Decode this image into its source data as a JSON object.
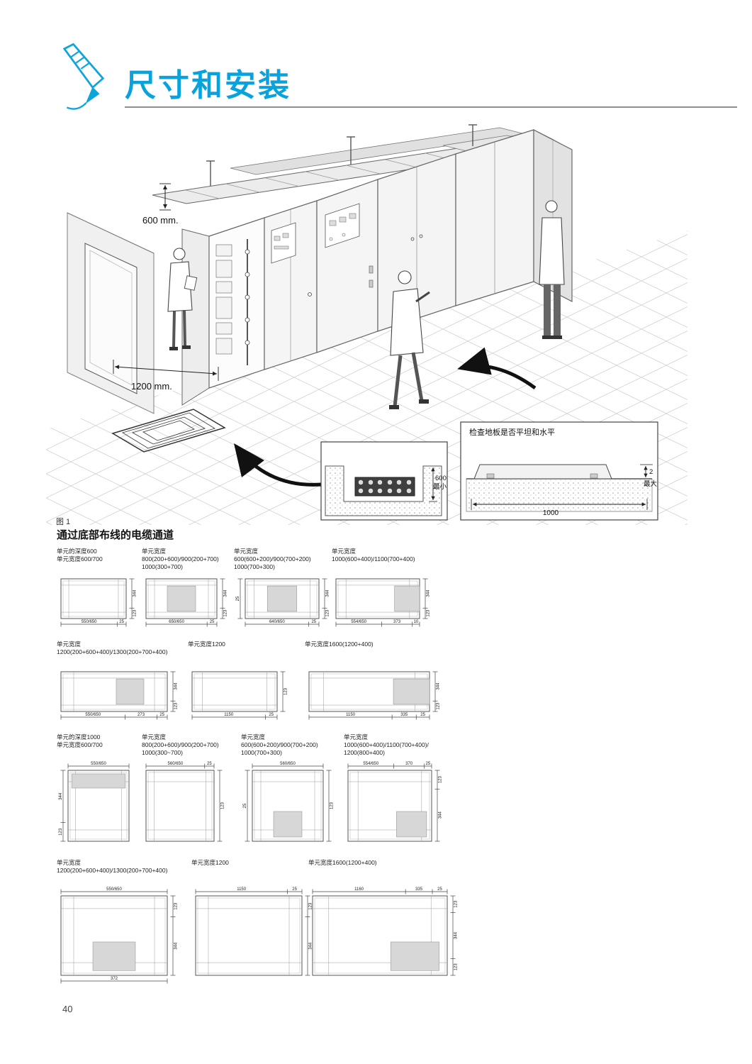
{
  "page": {
    "number": "40"
  },
  "theme": {
    "accent": "#09a2dc",
    "shade": "#d7d7d7",
    "line": "#555555"
  },
  "header": {
    "title": "尺寸和安装"
  },
  "figure": {
    "caption": "图 1",
    "ceiling_clearance_label": "600 mm.",
    "aisle_clearance_label": "1200 mm.",
    "pit_inset": {
      "depth_value": "600",
      "depth_qualifier": "最小"
    },
    "floor_inset": {
      "title": "检查地板是否平坦和水平",
      "width_value": "1000",
      "flatness_value": "2",
      "flatness_qualifier": "最大"
    }
  },
  "section_title": "通过底部布线的电缆通道",
  "diagram_rows": [
    {
      "diagrams": [
        {
          "cellw": 120,
          "rw": 92,
          "rh": 56,
          "shade": "none",
          "label_lines": [
            "单元的深度600",
            "单元宽度600/700"
          ],
          "dims": {
            "bottom": [
              "550/650",
              "25"
            ],
            "right": [
              "344",
              "123"
            ]
          }
        },
        {
          "cellw": 130,
          "rw": 100,
          "rh": 56,
          "shade": "mid",
          "label_lines": [
            "单元宽度",
            "800(200+600)/900(200+700)",
            "1000(300+700)"
          ],
          "dims": {
            "bottom": [
              "650/650",
              "25"
            ],
            "right": [
              "344",
              "123"
            ]
          }
        },
        {
          "cellw": 138,
          "rw": 104,
          "rh": 56,
          "shade": "mid",
          "label_lines": [
            "单元宽度",
            "600(600+200)/900(700+200)",
            "1000(700+300)"
          ],
          "dims": {
            "bottom": [
              "640/650",
              "25"
            ],
            "left": [
              "25"
            ],
            "right": [
              "344",
              "123"
            ]
          }
        },
        {
          "cellw": 170,
          "rw": 118,
          "rh": 56,
          "shade": "right",
          "label_lines": [
            "单元宽度",
            "1000(600+400)/1100(700+400)"
          ],
          "dims": {
            "bottom": [
              "554/650",
              "373",
              "10"
            ],
            "right": [
              "344",
              "123"
            ]
          }
        }
      ]
    },
    {
      "diagrams": [
        {
          "cellw": 185,
          "rw": 150,
          "rh": 56,
          "shade": "right-mid",
          "label_lines": [
            "单元宽度",
            "1200(200+600+400)/1300(200+700+400)"
          ],
          "dims": {
            "bottom": [
              "550/650",
              "273",
              "25"
            ],
            "right": [
              "344",
              "123"
            ]
          }
        },
        {
          "cellw": 165,
          "rw": 120,
          "rh": 56,
          "shade": "none",
          "label_lines": [
            "单元宽度1200"
          ],
          "dims": {
            "bottom": [
              "1150",
              "25"
            ],
            "right": [
              "123"
            ]
          }
        },
        {
          "cellw": 210,
          "rw": 170,
          "rh": 56,
          "shade": "right",
          "label_lines": [
            "单元宽度1600(1200+400)"
          ],
          "dims": {
            "bottom": [
              "1150",
              "335",
              "25"
            ],
            "right": [
              "344",
              "123"
            ]
          }
        }
      ]
    },
    {
      "diagrams": [
        {
          "cellw": 120,
          "rw": 86,
          "rh": 100,
          "shade": "top",
          "label_lines": [
            "单元的深度1000",
            "单元宽度600/700"
          ],
          "dims": {
            "top": [
              "550/650"
            ],
            "left": [
              "344",
              "123"
            ]
          }
        },
        {
          "cellw": 140,
          "rw": 96,
          "rh": 100,
          "shade": "none",
          "label_lines": [
            "单元宽度",
            "800(200+600)/900(200+700)",
            "1000(300~700)"
          ],
          "dims": {
            "top": [
              "560/650",
              "25"
            ],
            "right": [
              "123"
            ]
          }
        },
        {
          "cellw": 145,
          "rw": 100,
          "rh": 100,
          "shade": "bottom-mid",
          "label_lines": [
            "单元宽度",
            "600(600+200)/900(700+200)",
            "1000(700+300)"
          ],
          "dims": {
            "top": [
              "560/650"
            ],
            "left": [
              "25"
            ],
            "right": [
              "123"
            ]
          }
        },
        {
          "cellw": 175,
          "rw": 118,
          "rh": 100,
          "shade": "bottom-right",
          "label_lines": [
            "单元宽度",
            "1000(600+400)/1100(700+400)/",
            "1200(800+400)"
          ],
          "dims": {
            "top": [
              "554/650",
              "370",
              "25"
            ],
            "right": [
              "123",
              "344"
            ]
          }
        }
      ]
    },
    {
      "diagrams": [
        {
          "cellw": 190,
          "rw": 150,
          "rh": 112,
          "shade": "bottom-mid",
          "label_lines": [
            "单元宽度",
            "1200(200+600+400)/1300(200+700+400)"
          ],
          "dims": {
            "top": [
              "550/650"
            ],
            "right": [
              "123",
              "344"
            ],
            "bottom": [
              "372"
            ]
          }
        },
        {
          "cellw": 165,
          "rw": 150,
          "rh": 112,
          "shade": "none",
          "label_lines": [
            "单元宽度1200"
          ],
          "dims": {
            "top": [
              "1150",
              "25"
            ],
            "right": [
              "123",
              "344"
            ]
          }
        },
        {
          "cellw": 215,
          "rw": 190,
          "rh": 112,
          "shade": "bottom-right",
          "label_lines": [
            "单元宽度1600(1200+400)"
          ],
          "dims": {
            "top": [
              "1160",
              "335",
              "25"
            ],
            "right": [
              "123",
              "344",
              "123"
            ]
          }
        }
      ]
    }
  ]
}
